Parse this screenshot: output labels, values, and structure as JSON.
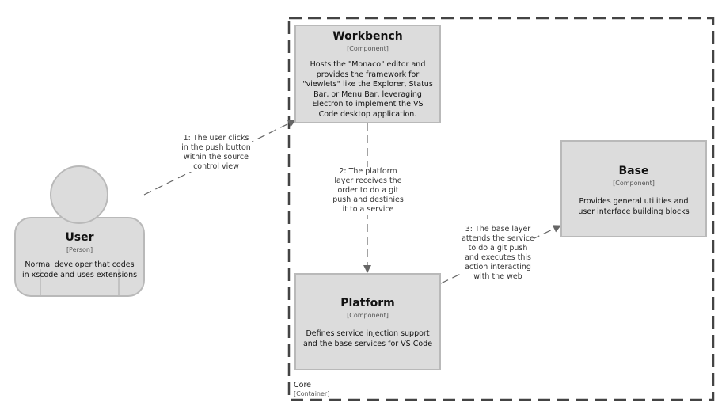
{
  "boundary": {
    "name": "Core",
    "type": "[Container]"
  },
  "person": {
    "name": "User",
    "type": "[Person]",
    "description": "Normal developer that codes in xscode and uses extensions"
  },
  "components": {
    "workbench": {
      "name": "Workbench",
      "type": "[Component]",
      "description": "Hosts the \"Monaco\" editor and provides the framework for \"viewlets\" like the Explorer, Status Bar, or Menu Bar, leveraging Electron to implement the VS Code desktop application."
    },
    "platform": {
      "name": "Platform",
      "type": "[Component]",
      "description": "Defines service injection support and the base services for VS Code"
    },
    "base": {
      "name": "Base",
      "type": "[Component]",
      "description": "Provides general utilities and user interface building blocks"
    }
  },
  "relations": [
    {
      "label": "1: The user clicks in the push button within the source control view"
    },
    {
      "label": "2: The platform layer receives the order to do a git push and destinies it to a service"
    },
    {
      "label": "3: The base layer attends the service to do a git push and executes this action interacting with the web"
    }
  ],
  "colors": {
    "box_fill": "#dcdcdc",
    "box_border": "#b9b9b9",
    "boundary": "#444444",
    "edge": "#666666"
  }
}
